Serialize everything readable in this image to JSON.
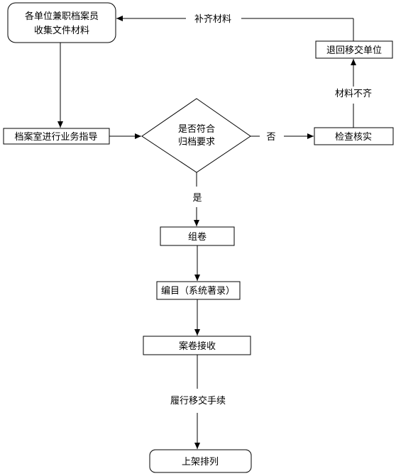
{
  "nodes": {
    "collect_line1": "各单位兼职档案员",
    "collect_line2": "收集文件材料",
    "guidance": "档案室进行业务指导",
    "decision_line1": "是否符合",
    "decision_line2": "归档要求",
    "check": "检查核实",
    "return_unit": "退回移交单位",
    "assemble": "组卷",
    "catalog": "编目（系统著录）",
    "receive": "案卷接收",
    "shelve": "上架排列"
  },
  "edges": {
    "supplement": "补齐材料",
    "incomplete": "材料不齐",
    "no": "否",
    "yes": "是",
    "handover": "履行移交手续"
  },
  "colors": {
    "stroke": "#000000",
    "fill": "#ffffff"
  }
}
